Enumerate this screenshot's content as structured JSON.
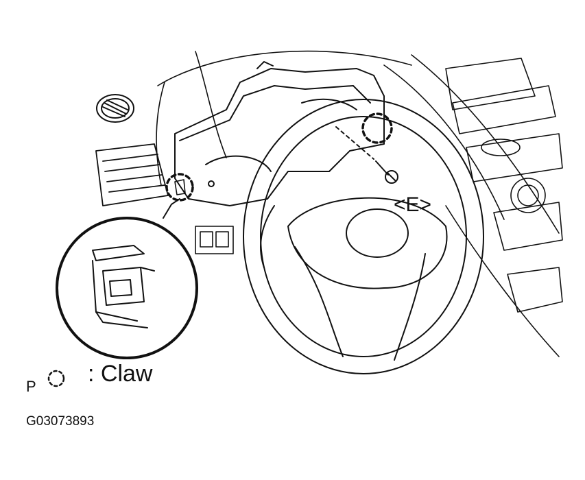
{
  "labels": {
    "fastener_tag": "<E>",
    "view_prefix": "P",
    "legend_text": ": Claw",
    "figure_code": "G03073893"
  },
  "legend": {
    "symbol": "dashed-circle",
    "meaning": "Claw"
  },
  "colors": {
    "line": "#111111",
    "background": "#ffffff"
  }
}
